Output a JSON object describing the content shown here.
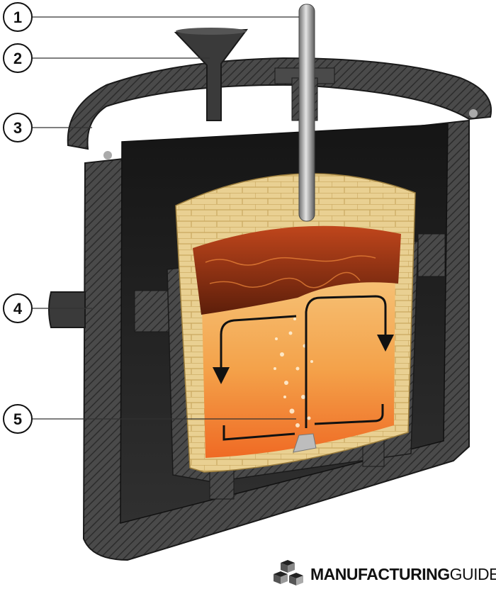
{
  "callouts": [
    {
      "number": "1",
      "part": "stirring-rod"
    },
    {
      "number": "2",
      "part": "funnel"
    },
    {
      "number": "3",
      "part": "outer-lid"
    },
    {
      "number": "4",
      "part": "side-port"
    },
    {
      "number": "5",
      "part": "gas-bubbles"
    }
  ],
  "logo": {
    "strong": "MANUFACTURING",
    "light": "GUIDE"
  },
  "colors": {
    "shell": "#3a3a3a",
    "shell_dark": "#1c1c1c",
    "brick": "#e7cc8a",
    "melt_top": "#f2b86a",
    "melt_bottom": "#f06b28",
    "slag": "#7a2a10"
  }
}
